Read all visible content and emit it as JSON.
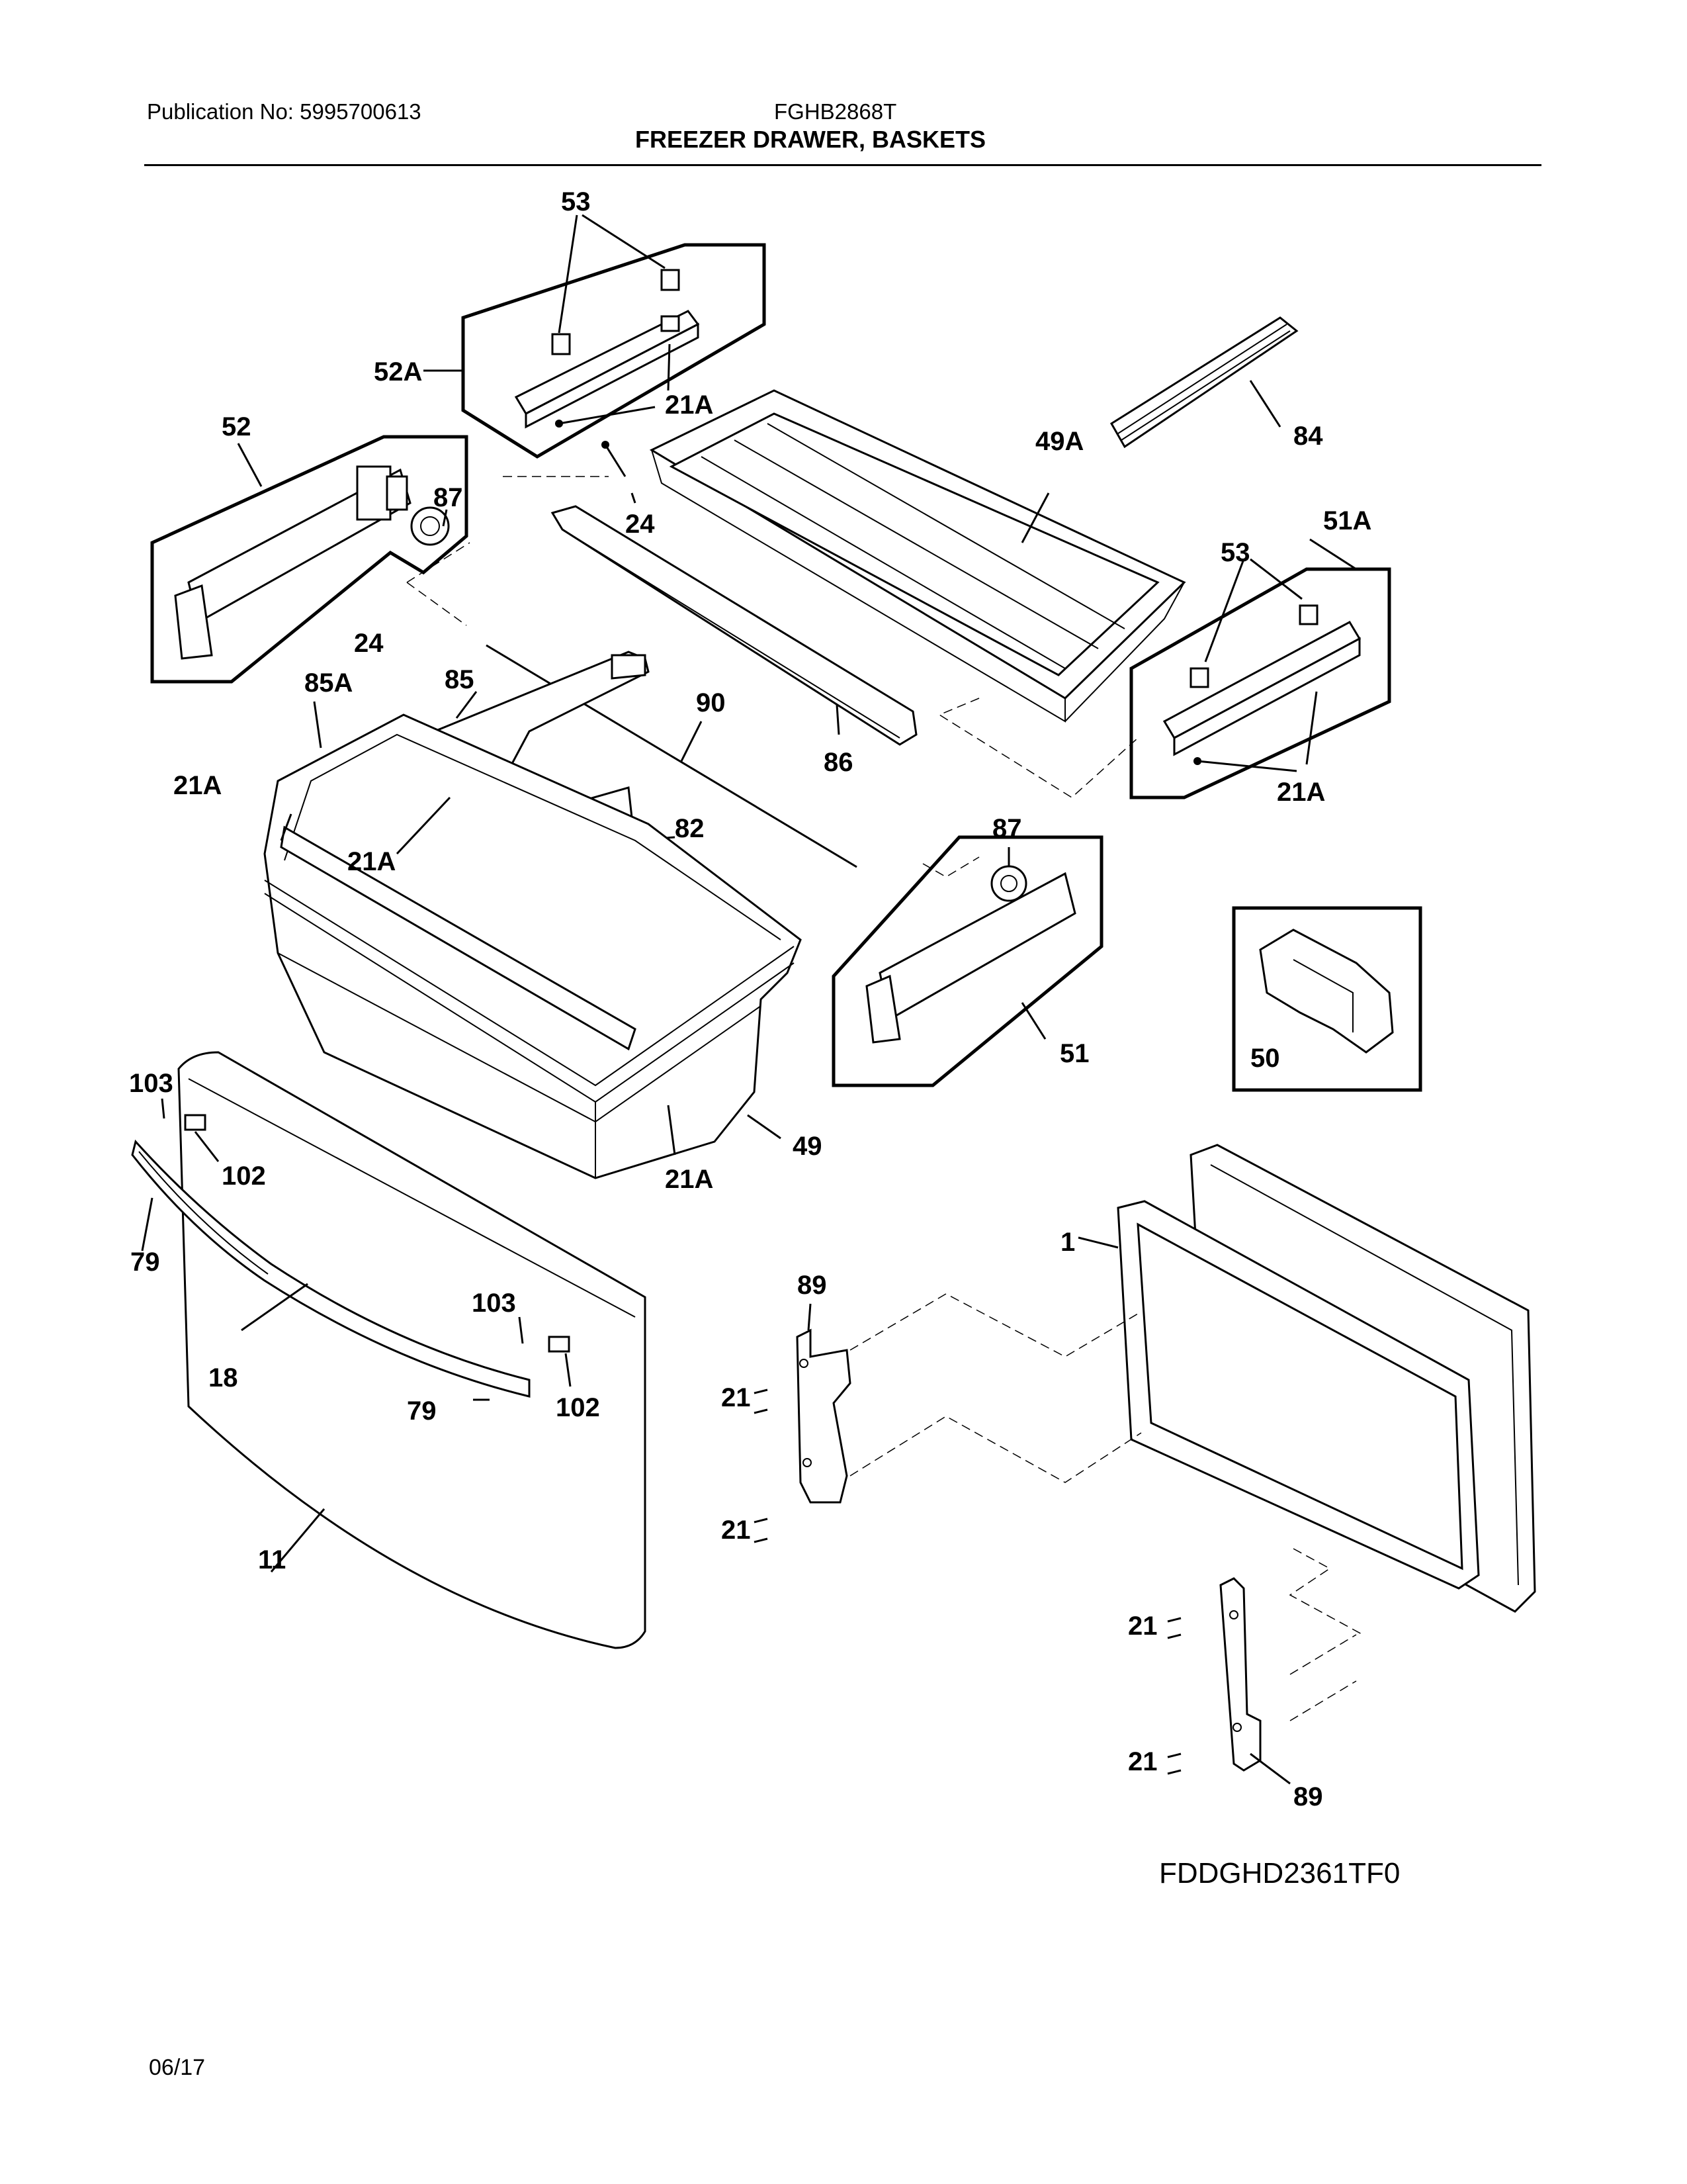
{
  "header": {
    "publication": "Publication No: 5995700613",
    "model": "FGHB2868T",
    "title": "FREEZER DRAWER, BASKETS"
  },
  "diagram": {
    "callouts": [
      "53",
      "52A",
      "21A",
      "52",
      "87",
      "24",
      "49A",
      "84",
      "51A",
      "85A",
      "85",
      "90",
      "86",
      "82",
      "87",
      "51",
      "50",
      "103",
      "102",
      "79",
      "18",
      "11",
      "49",
      "1",
      "89",
      "21",
      "89"
    ],
    "drawing_code": "FDDGHD2361TF0"
  },
  "footer": {
    "date": "06/17"
  }
}
